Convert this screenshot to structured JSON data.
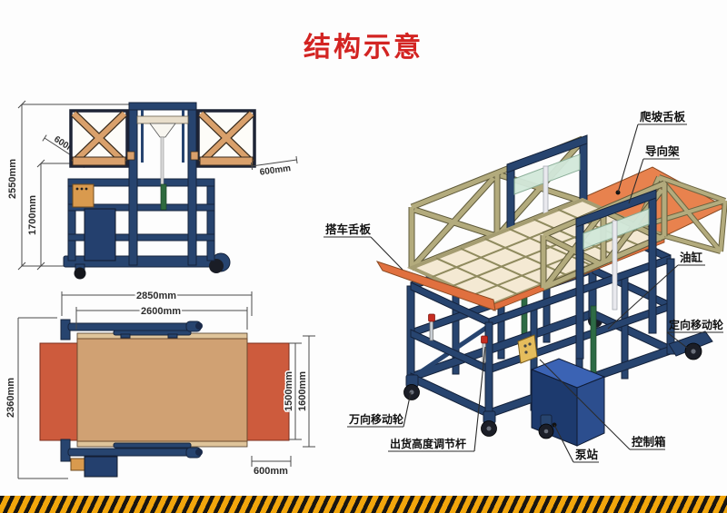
{
  "title": "结构示意",
  "front_view": {
    "dims": {
      "total_height": "2550mm",
      "frame_height": "1700mm",
      "left_flap": "600mm",
      "right_flap": "600mm"
    }
  },
  "top_view": {
    "dims": {
      "outer_width": "2850mm",
      "inner_width": "2600mm",
      "depth": "2360mm",
      "inner_depth": "1500mm",
      "outer_depth": "1600mm",
      "flap": "600mm"
    }
  },
  "iso_view": {
    "labels": {
      "climb_ramp": "爬坡舌板",
      "guide_frame": "导向架",
      "dock_ramp": "搭车舌板",
      "oil_cylinder": "油缸",
      "fixed_wheel": "定向移动轮",
      "swivel_wheel": "万向移动轮",
      "height_lever": "出货高度调节杆",
      "pump_station": "泵站",
      "control_box": "控制箱"
    }
  },
  "colors": {
    "title_red": "#d32422",
    "frame_navy": "#27446f",
    "wood_tan": "#d9a06b",
    "truss_khaki": "#b3ab7d",
    "deck_cream": "#f4e9d3",
    "platform_tan": "#d0a173",
    "ramp_orange": "#e0703f",
    "flap_red_orange": "#cd5b3d",
    "glass_green": "#d2e8da",
    "hazard_yellow": "#f2a60c",
    "hazard_black": "#181512"
  }
}
